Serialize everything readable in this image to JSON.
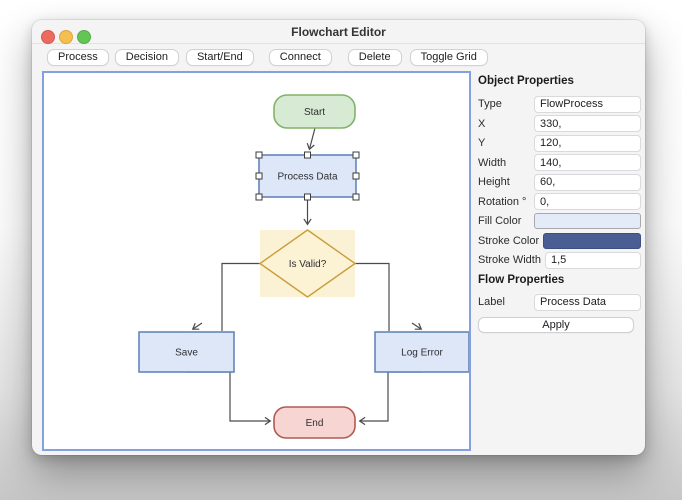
{
  "window": {
    "title": "Flowchart Editor",
    "traffic_lights": [
      "close",
      "minimize",
      "zoom"
    ]
  },
  "toolbar": {
    "buttons": [
      "Process",
      "Decision",
      "Start/End",
      "Connect",
      "Delete",
      "Toggle Grid"
    ]
  },
  "nodes": {
    "start": {
      "label": "Start",
      "type": "terminator",
      "fill": "#d7ead3",
      "stroke": "#80b366"
    },
    "process": {
      "label": "Process Data",
      "type": "process",
      "fill": "#dde7f8",
      "stroke": "#6684b8",
      "selected": true
    },
    "decision": {
      "label": "Is Valid?",
      "type": "decision",
      "fill": "#fbf2d5",
      "stroke": "#c99d3c"
    },
    "save": {
      "label": "Save",
      "type": "process",
      "fill": "#dde7f8",
      "stroke": "#6684b8"
    },
    "log_error": {
      "label": "Log Error",
      "type": "process",
      "fill": "#dde7f8",
      "stroke": "#6684b8"
    },
    "end": {
      "label": "End",
      "type": "terminator",
      "fill": "#f6d5d2",
      "stroke": "#b05a52"
    }
  },
  "panel": {
    "object_header": "Object Properties",
    "rows": [
      {
        "label": "Type",
        "value": "FlowProcess"
      },
      {
        "label": "X",
        "value": "330,"
      },
      {
        "label": "Y",
        "value": "120,"
      },
      {
        "label": "Width",
        "value": "140,"
      },
      {
        "label": "Height",
        "value": "60,"
      },
      {
        "label": "Rotation °",
        "value": "0,"
      }
    ],
    "fill_color": {
      "label": "Fill Color",
      "value": "#e3eaf8"
    },
    "stroke_color": {
      "label": "Stroke Color",
      "value": "#4a5e94"
    },
    "stroke_width": {
      "label": "Stroke Width",
      "value": "1,5"
    },
    "flow_header": "Flow Properties",
    "label_row": {
      "label": "Label",
      "value": "Process Data"
    },
    "apply_label": "Apply"
  }
}
